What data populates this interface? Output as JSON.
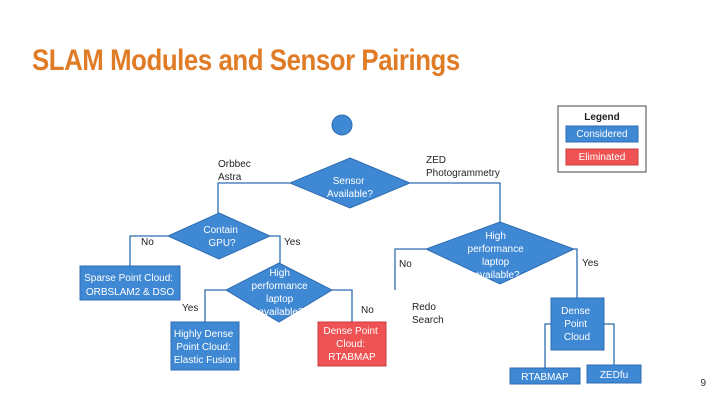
{
  "title": "SLAM Modules and Sensor Pairings",
  "page_number": "9",
  "colors": {
    "title": "#e07b26",
    "considered": "#3f88d4",
    "eliminated": "#ef5252",
    "line": "#2f6db2",
    "text": "#222222"
  },
  "legend": {
    "title": "Legend",
    "considered": "Considered",
    "eliminated": "Eliminated"
  },
  "nodes": {
    "start": "",
    "sensor_available": [
      "Sensor",
      "Available?"
    ],
    "contain_gpu": [
      "Contain",
      "GPU?"
    ],
    "high_perf_left": [
      "High",
      "performance",
      "laptop",
      "available?"
    ],
    "high_perf_right": [
      "High",
      "performance",
      "laptop",
      "available?"
    ],
    "sparse_point_cloud": [
      "Sparse Point Cloud:",
      "ORBSLAM2 & DSO"
    ],
    "highly_dense": [
      "Highly Dense",
      "Point Cloud:",
      "Elastic Fusion"
    ],
    "dense_rtabmap": [
      "Dense Point",
      "Cloud:",
      "RTABMAP"
    ],
    "dense_point_cloud": [
      "Dense",
      "Point",
      "Cloud"
    ],
    "rtabmap": "RTABMAP",
    "zedfu": "ZEDfu"
  },
  "labels": {
    "orbbec": [
      "Orbbec",
      "Astra"
    ],
    "zed": [
      "ZED",
      "Photogrammetry"
    ],
    "no_gpu": "No",
    "yes_gpu": "Yes",
    "yes_left": "Yes",
    "no_left": "No",
    "no_right": "No",
    "yes_right": "Yes",
    "redo": [
      "Redo",
      "Search"
    ]
  }
}
